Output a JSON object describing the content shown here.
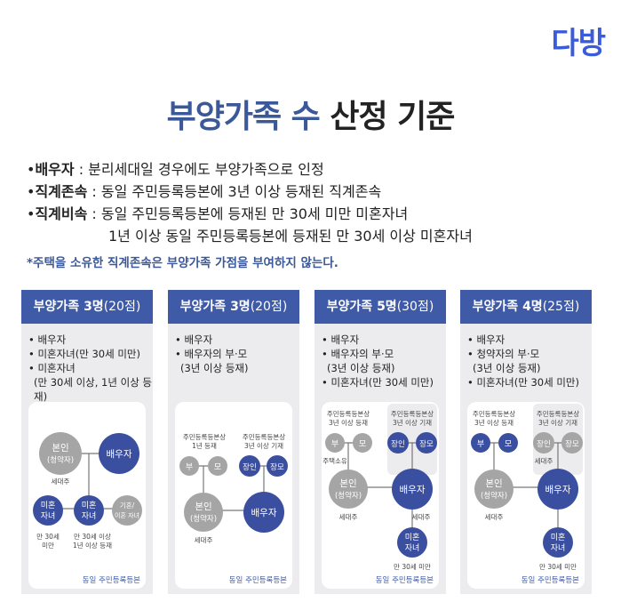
{
  "logo": "다방",
  "title": {
    "blue": "부양가족 수",
    "dark": "산정 기준"
  },
  "rules": [
    {
      "bullet": "•",
      "label": "배우자",
      "sep": " : ",
      "text": "분리세대일 경우에도 부양가족으로 인정"
    },
    {
      "bullet": "•",
      "label": "직계존속",
      "sep": " : ",
      "text": "동일 주민등록등본에 3년 이상 등재된 직계존속"
    },
    {
      "bullet": "•",
      "label": "직계비속",
      "sep": " : ",
      "text": "동일 주민등록등본에 등재된 만 30세 미만 미혼자녀",
      "cont": "1년 이상 동일 주민등록등본에 등재된 만 30세 이상 미혼자녀"
    }
  ],
  "note": "*주택을 소유한 직계존속은 부양가족 가점을 부여하지 않는다.",
  "colors": {
    "accent": "#3f5aa6",
    "node_blue": "#3b4fa0",
    "node_gray": "#a5a5a5"
  },
  "cards": [
    {
      "head": "부양가족 3명",
      "pts": "(20점)",
      "items": [
        "• 배우자",
        "• 미혼자녀(만 30세 미만)",
        "• 미혼자녀",
        "(만 30세 이상, 1년 이상 등재)"
      ],
      "nodes": {
        "self1": "본인",
        "self2": "(청약자)",
        "self_cap": "세대주",
        "spouse": "배우자",
        "c1a": "미혼",
        "c1b": "자녀",
        "c2a": "미혼",
        "c2b": "자녀",
        "c3a": "기혼/",
        "c3b": "이혼 자녀",
        "c1_cap1": "만 30세",
        "c1_cap2": "미만",
        "c2_cap1": "만 30세 이상",
        "c2_cap2": "1년 이상 등재"
      },
      "footer": "동일 주민등록등본"
    },
    {
      "head": "부양가족 3명",
      "pts": "(20점)",
      "items": [
        "• 배우자",
        "• 배우자의 부·모",
        "(3년 이상 등재)"
      ],
      "nodes": {
        "lab1a": "주민등록등본상",
        "lab1b": "1년 등재",
        "lab2a": "주민등록등본상",
        "lab2b": "3년 이상 기재",
        "f": "부",
        "m": "모",
        "fil": "장인",
        "mil": "장모",
        "self1": "본인",
        "self2": "(청약자)",
        "self_cap": "세대주",
        "spouse": "배우자"
      },
      "footer": "동일 주민등록등본"
    },
    {
      "head": "부양가족 5명",
      "pts": "(30점)",
      "items": [
        "• 배우자",
        "• 배우자의 부·모",
        "(3년 이상 등재)",
        "• 미혼자녀(만 30세 미만)"
      ],
      "nodes": {
        "lab1a": "주민등록등본상",
        "lab1b": "3년 이상 등재",
        "lab2a": "주민등록등본상",
        "lab2b": "3년 이상 기재",
        "f": "부",
        "m": "모",
        "own": "주택소유",
        "fil": "장인",
        "mil": "장모",
        "self1": "본인",
        "self2": "(청약자)",
        "self_cap": "세대주",
        "spouse": "배우자",
        "spouse_cap": "세대주",
        "child1": "미혼",
        "child2": "자녀",
        "child_cap": "만 30세 미만"
      },
      "footer": "동일 주민등록등본"
    },
    {
      "head": "부양가족 4명",
      "pts": "(25점)",
      "items": [
        "• 배우자",
        "• 청약자의 부·모",
        "(3년 이상 등재)",
        "• 미혼자녀(만 30세 미만)"
      ],
      "nodes": {
        "lab1a": "주민등록등본상",
        "lab1b": "3년 이상 등재",
        "lab2a": "주민등록등본상",
        "lab2b": "3년 이상 기재",
        "f": "부",
        "m": "모",
        "fil": "장인",
        "mil": "장모",
        "fil_cap": "세대주",
        "self1": "본인",
        "self2": "(청약자)",
        "self_cap": "세대주",
        "spouse": "배우자",
        "child1": "미혼",
        "child2": "자녀",
        "child_cap": "만 30세 미만"
      },
      "footer": "동일 주민등록등본"
    }
  ]
}
